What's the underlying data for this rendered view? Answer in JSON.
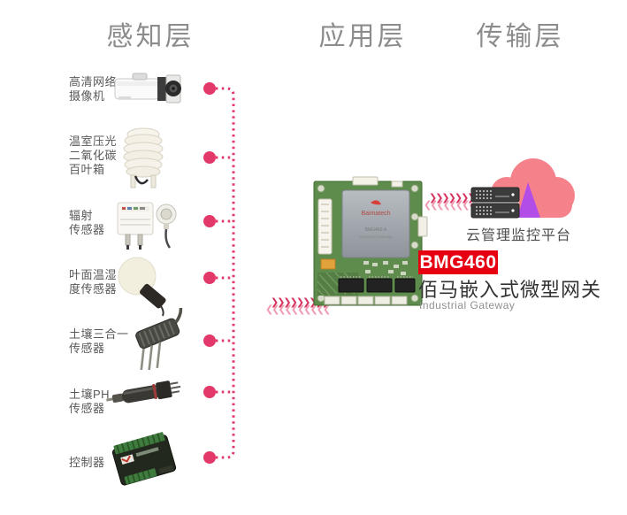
{
  "canvas": {
    "bg": "#ffffff",
    "accent": "#e3386a"
  },
  "headers": [
    {
      "id": "perception",
      "label": "感知层"
    },
    {
      "id": "application",
      "label": "应用层"
    },
    {
      "id": "transmission",
      "label": "传输层"
    }
  ],
  "sensors": [
    {
      "label": "高清网络\n摄像机",
      "icon": "ip-camera-icon"
    },
    {
      "label": "温室压光\n二氧化碳\n百叶箱",
      "icon": "louver-shelter-icon"
    },
    {
      "label": "辐射\n传感器",
      "icon": "radiation-sensor-icon"
    },
    {
      "label": "叶面温湿\n度传感器",
      "icon": "leaf-sensor-icon"
    },
    {
      "label": "土壤三合一\n传感器",
      "icon": "soil-three-in-one-sensor-icon"
    },
    {
      "label": "土壤PH\n传感器",
      "icon": "soil-ph-sensor-icon"
    },
    {
      "label": "控制器",
      "icon": "controller-icon"
    }
  ],
  "gateway": {
    "model_badge": "BMG460",
    "name": "佰马嵌入式微型网关",
    "subtitle": "Industrial Gateway",
    "board_brand": "Baimatech",
    "board_line1": "BMG460-A",
    "board_line2": "Industrial Gateway",
    "badge_color": "#e60012"
  },
  "cloud_platform": {
    "label": "云管理监控平台",
    "cloud_color": "#f5818b",
    "triangle_color": "#b34de8",
    "server_color": "#3b3b3b"
  },
  "connector": {
    "color": "#e3386a",
    "dot_count": 7
  },
  "icons": {
    "flow_right": "❯❯❯❯❯❯❯❯❯",
    "flow_left": "❮❮❮❮❮❮❮❮❮❮"
  }
}
